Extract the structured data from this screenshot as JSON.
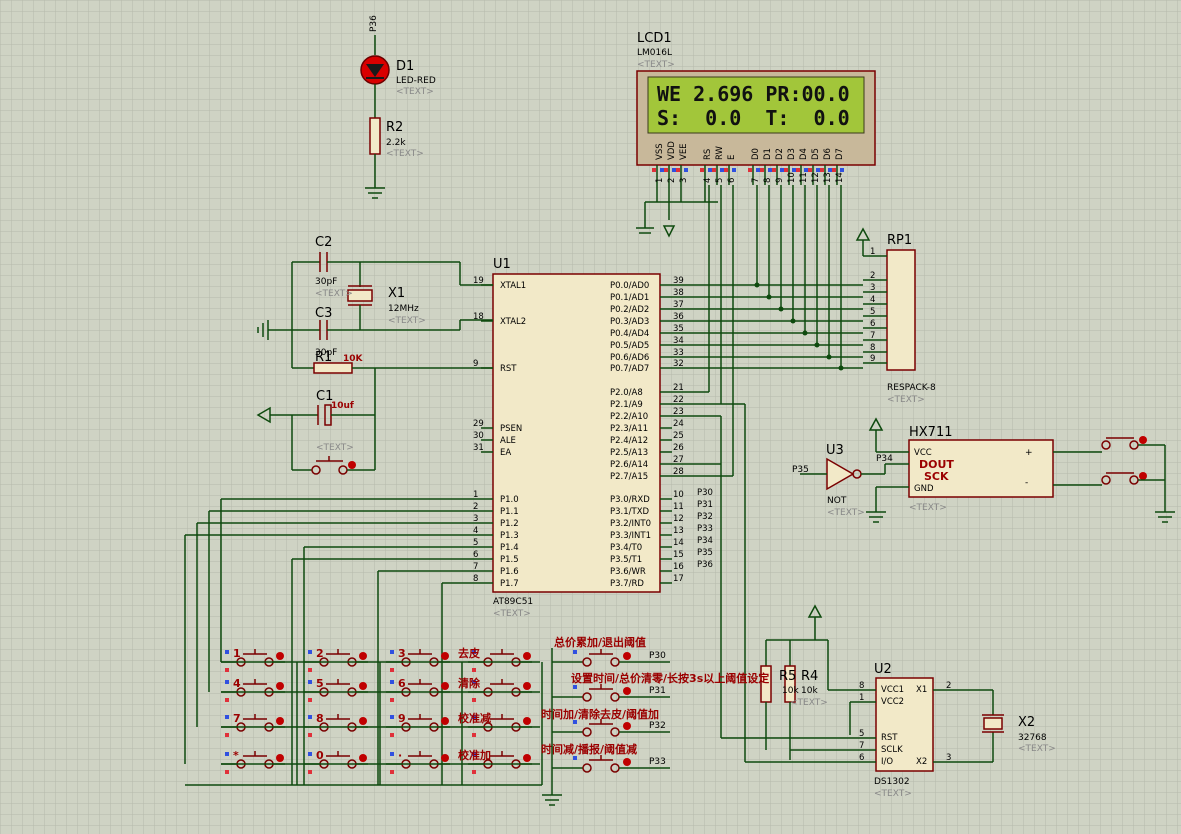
{
  "lcd": {
    "ref": "LCD1",
    "model": "LM016L",
    "text_tag": "<TEXT>",
    "line1": "WE 2.696 PR:00.0",
    "line2": "S:  0.0  T:  0.0",
    "pins": [
      "VSS",
      "VDD",
      "VEE",
      "RS",
      "RW",
      "E",
      "D0",
      "D1",
      "D2",
      "D3",
      "D4",
      "D5",
      "D6",
      "D7"
    ],
    "pin_nums": [
      "1",
      "2",
      "3",
      "4",
      "5",
      "6",
      "7",
      "8",
      "9",
      "10",
      "11",
      "12",
      "13",
      "14"
    ]
  },
  "led": {
    "ref": "D1",
    "model": "LED-RED",
    "net": "P36"
  },
  "r2": {
    "ref": "R2",
    "value": "2.2k"
  },
  "c2": {
    "ref": "C2",
    "value": "30pF"
  },
  "c3": {
    "ref": "C3",
    "value": "30pF"
  },
  "x1": {
    "ref": "X1",
    "value": "12MHz"
  },
  "r1": {
    "ref": "R1",
    "value": "10K"
  },
  "c1": {
    "ref": "C1",
    "value": "10uf"
  },
  "text_tag": "<TEXT>",
  "mcu": {
    "ref": "U1",
    "model": "AT89C51",
    "left_pins": [
      {
        "num": "19",
        "name": "XTAL1"
      },
      {
        "num": "18",
        "name": "XTAL2"
      },
      {
        "num": "9",
        "name": "RST"
      },
      {
        "num": "29",
        "name": "PSEN"
      },
      {
        "num": "30",
        "name": "ALE"
      },
      {
        "num": "31",
        "name": "EA"
      },
      {
        "num": "1",
        "name": "P1.0"
      },
      {
        "num": "2",
        "name": "P1.1"
      },
      {
        "num": "3",
        "name": "P1.2"
      },
      {
        "num": "4",
        "name": "P1.3"
      },
      {
        "num": "5",
        "name": "P1.4"
      },
      {
        "num": "6",
        "name": "P1.5"
      },
      {
        "num": "7",
        "name": "P1.6"
      },
      {
        "num": "8",
        "name": "P1.7"
      }
    ],
    "right_pins": [
      {
        "num": "39",
        "name": "P0.0/AD0"
      },
      {
        "num": "38",
        "name": "P0.1/AD1"
      },
      {
        "num": "37",
        "name": "P0.2/AD2"
      },
      {
        "num": "36",
        "name": "P0.3/AD3"
      },
      {
        "num": "35",
        "name": "P0.4/AD4"
      },
      {
        "num": "34",
        "name": "P0.5/AD5"
      },
      {
        "num": "33",
        "name": "P0.6/AD6"
      },
      {
        "num": "32",
        "name": "P0.7/AD7"
      },
      {
        "num": "21",
        "name": "P2.0/A8"
      },
      {
        "num": "22",
        "name": "P2.1/A9"
      },
      {
        "num": "23",
        "name": "P2.2/A10"
      },
      {
        "num": "24",
        "name": "P2.3/A11"
      },
      {
        "num": "25",
        "name": "P2.4/A12"
      },
      {
        "num": "26",
        "name": "P2.5/A13"
      },
      {
        "num": "27",
        "name": "P2.6/A14"
      },
      {
        "num": "28",
        "name": "P2.7/A15"
      },
      {
        "num": "10",
        "name": "P3.0/RXD",
        "net": "P30"
      },
      {
        "num": "11",
        "name": "P3.1/TXD",
        "net": "P31"
      },
      {
        "num": "12",
        "name": "P3.2/INT0",
        "net": "P32"
      },
      {
        "num": "13",
        "name": "P3.3/INT1",
        "net": "P33"
      },
      {
        "num": "14",
        "name": "P3.4/T0",
        "net": "P34"
      },
      {
        "num": "15",
        "name": "P3.5/T1",
        "net": "P35"
      },
      {
        "num": "16",
        "name": "P3.6/WR",
        "net": "P36"
      },
      {
        "num": "17",
        "name": "P3.7/RD",
        "net": ""
      }
    ]
  },
  "rp1": {
    "ref": "RP1",
    "model": "RESPACK-8",
    "pins": [
      "1",
      "2",
      "3",
      "4",
      "5",
      "6",
      "7",
      "8",
      "9"
    ]
  },
  "hx711": {
    "ref": "HX711",
    "pins_left": [
      "VCC",
      "DOUT",
      "SCK",
      "GND"
    ],
    "plus": "+",
    "minus": "-",
    "net_in": "P34"
  },
  "u3": {
    "ref": "U3",
    "model": "NOT",
    "net_in": "P35"
  },
  "u2": {
    "ref": "U2",
    "model": "DS1302",
    "pins_left": [
      {
        "num": "8",
        "name": "VCC1"
      },
      {
        "num": "1",
        "name": "VCC2"
      },
      {
        "num": "5",
        "name": "RST"
      },
      {
        "num": "7",
        "name": "SCLK"
      },
      {
        "num": "6",
        "name": "I/O"
      }
    ],
    "pins_right": [
      {
        "num": "2",
        "name": "X1"
      },
      {
        "num": "3",
        "name": "X2"
      }
    ]
  },
  "x2": {
    "ref": "X2",
    "value": "32768"
  },
  "r_pair": {
    "ref_a": "R5",
    "ref_b": "R4",
    "val_a": "10k",
    "val_b": "10k"
  },
  "keypad": {
    "rows": [
      [
        "1",
        "2",
        "3",
        "去皮"
      ],
      [
        "4",
        "5",
        "6",
        "清除"
      ],
      [
        "7",
        "8",
        "9",
        "校准减"
      ],
      [
        "*",
        "0",
        "·",
        "校准加"
      ]
    ]
  },
  "func_keys": [
    {
      "label": "总价累加/退出阈值",
      "net": "P30"
    },
    {
      "label": "设置时间/总价清零/长按3s以上阈值设定",
      "net": "P31"
    },
    {
      "label": "时间加/清除去皮/阈值加",
      "net": "P32"
    },
    {
      "label": "时间减/播报/阈值减",
      "net": "P33"
    }
  ]
}
